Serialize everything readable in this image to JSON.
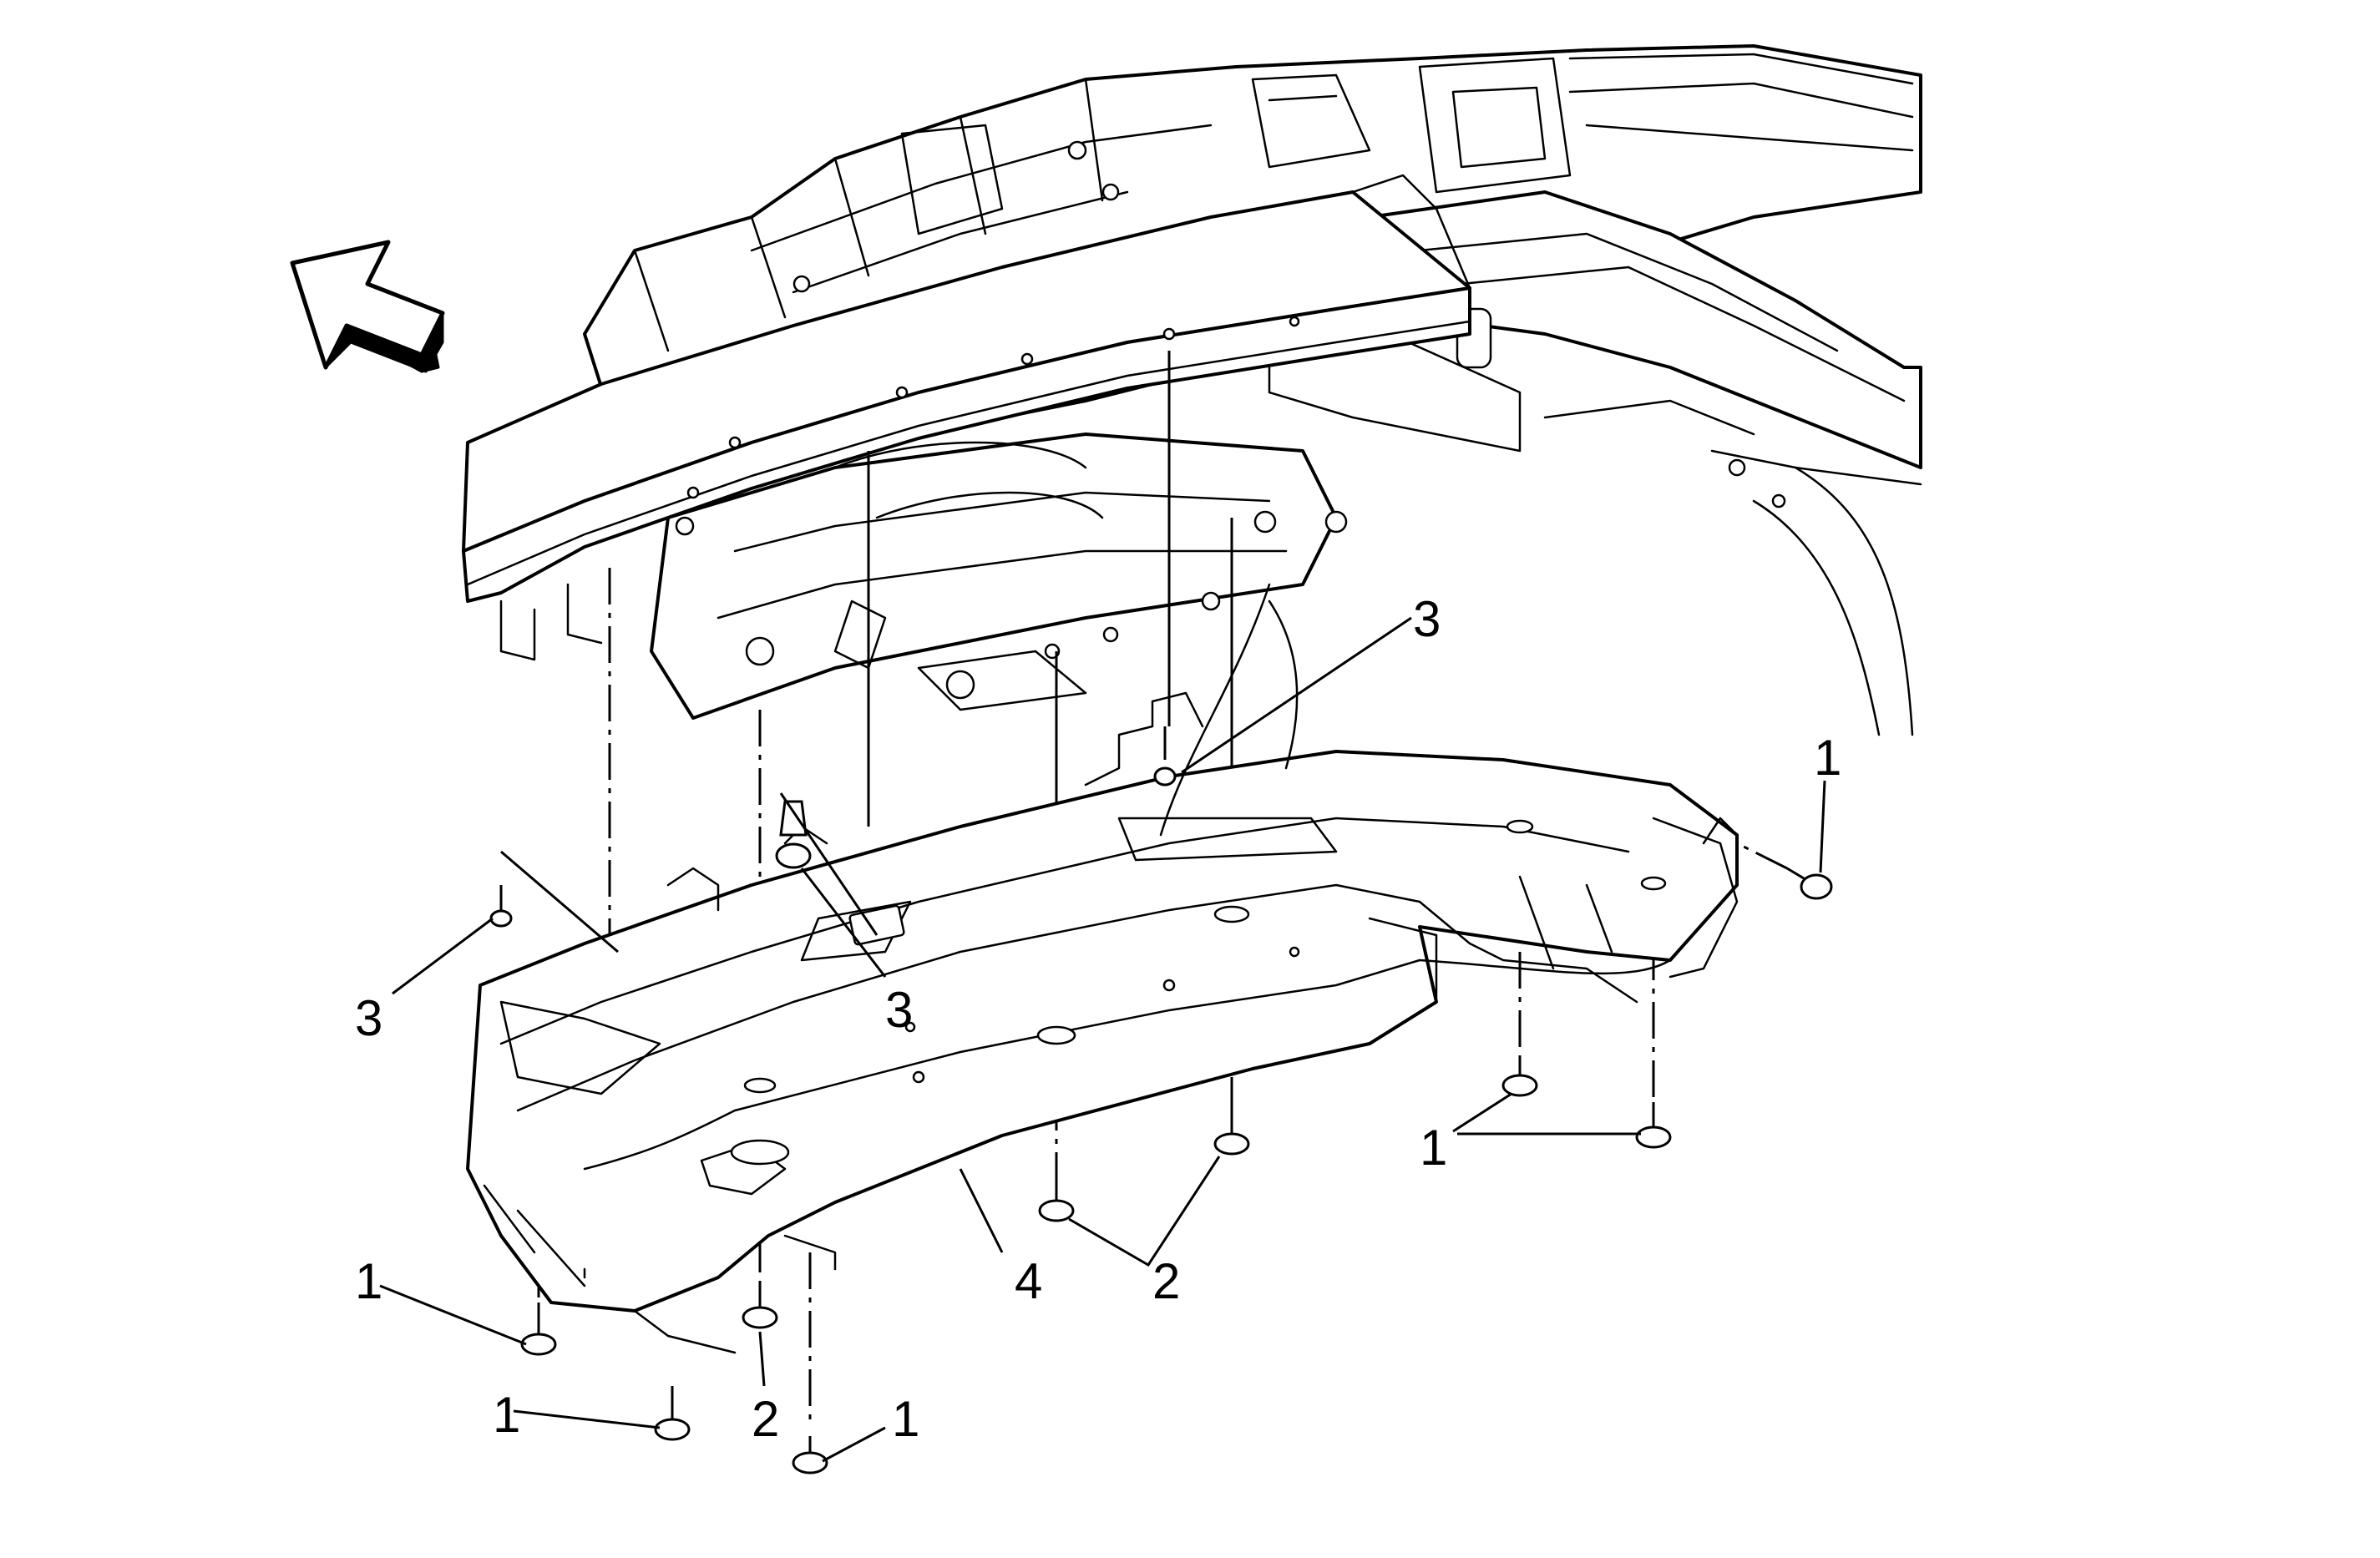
{
  "figure": {
    "callouts": {
      "c1": "3",
      "c2": "1",
      "c3": "3",
      "c4": "3",
      "c5": "1",
      "c6": "4",
      "c7": "2",
      "c8": "1",
      "c9": "1",
      "c10": "2",
      "c11": "1"
    }
  },
  "icons": {
    "direction_arrow": "forward-direction-arrow-icon"
  },
  "colors": {
    "line": "#000000",
    "background": "#ffffff"
  }
}
